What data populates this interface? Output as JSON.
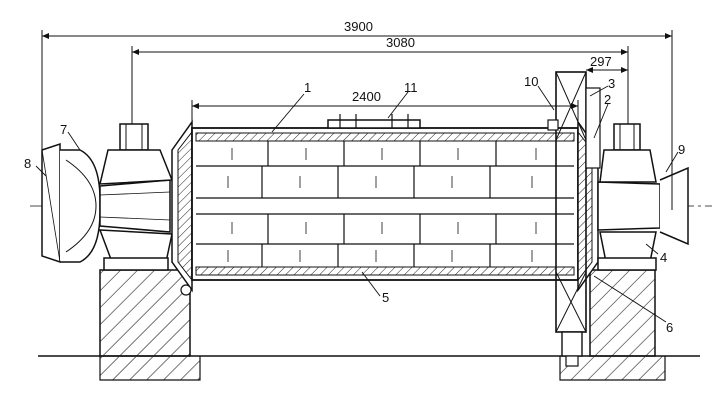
{
  "drawing": {
    "dimensions": {
      "overall": "3900",
      "bearing_span": "3080",
      "drum_length": "2400",
      "gear_offset": "297"
    },
    "callouts": [
      "1",
      "2",
      "3",
      "4",
      "5",
      "6",
      "7",
      "8",
      "9",
      "10",
      "11"
    ],
    "colors": {
      "line": "#111111",
      "background": "#ffffff"
    }
  }
}
